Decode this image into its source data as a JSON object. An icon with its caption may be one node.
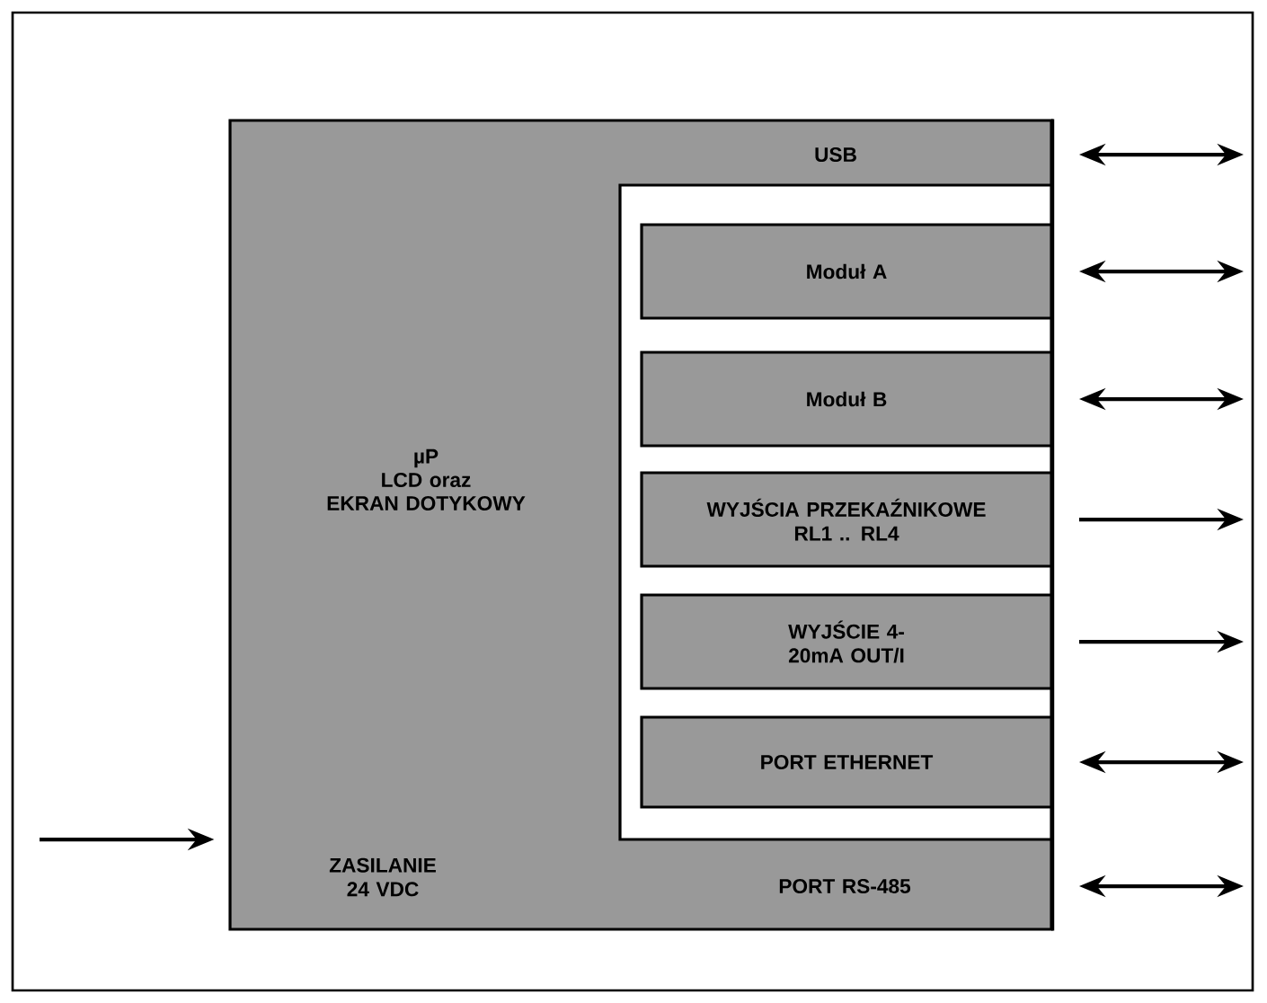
{
  "diagram": {
    "nodes": [
      {
        "text": [
          "USB",
          "µP",
          "LCD oraz",
          "EKRAN DOTYKOWY",
          "ZASILANIE 24 VDC",
          "PORT RS-485"
        ]
      },
      {
        "text": [],
        "shape": "box",
        "in": 0
      },
      {
        "text": [
          "Moduł A"
        ],
        "in": 1
      },
      {
        "text": [
          "Moduł B"
        ],
        "in": 1
      },
      {
        "text": [
          "WYJŚCIA PRZEKAŹNIKOWE RL1 .. RL4"
        ],
        "in": 1
      },
      {
        "text": [
          "WYJŚCIE 4-20mA OUT/I"
        ],
        "in": 1
      },
      {
        "text": [
          "PORT ETHERNET"
        ],
        "in": 1
      }
    ],
    "edges": [
      {
        "from": 0,
        "to": null,
        "arrow": "both"
      },
      {
        "from": 2,
        "to": null,
        "arrow": "both"
      },
      {
        "from": 3,
        "to": null,
        "arrow": "both"
      },
      {
        "from": 4,
        "to": null,
        "arrow": "to"
      },
      {
        "from": 5,
        "to": null,
        "arrow": "to"
      },
      {
        "from": 6,
        "to": null,
        "arrow": "both"
      },
      {
        "from": 0,
        "to": null,
        "arrow": "both"
      },
      {
        "from": null,
        "to": 0,
        "arrow": "to"
      }
    ]
  }
}
